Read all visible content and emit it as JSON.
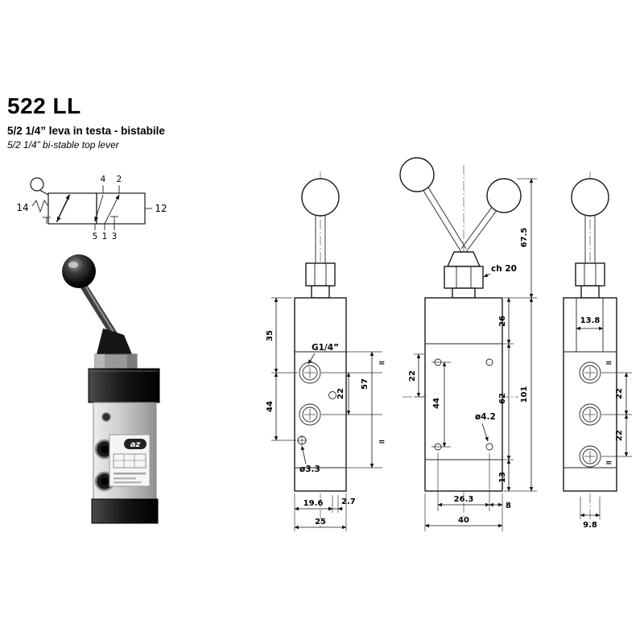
{
  "header": {
    "title": "522 LL",
    "subtitle_it": "5/2 1/4” leva in testa - bistabile",
    "subtitle_en": "5/2 1/4” bi-stable top lever"
  },
  "schematic": {
    "pilot_left": "14",
    "pilot_right": "12",
    "port_top_1": "4",
    "port_top_2": "2",
    "port_bottom_1": "5",
    "port_bottom_2": "1",
    "port_bottom_3": "3"
  },
  "photo": {
    "brand": "az"
  },
  "front_view": {
    "dim_top": "35",
    "dim_mid": "44",
    "port_thread": "G1/4”",
    "dim_port_spacing": "22",
    "dim_span": "57",
    "hole_dia": "ø3.3",
    "dim_bottom_a": "19.6",
    "dim_bottom_b": "2.7",
    "dim_width": "25",
    "equal_top": "=",
    "equal_bottom": "="
  },
  "side_view": {
    "dim_lever_height": "67.5",
    "hex_size": "ch 20",
    "dim_top": "26",
    "dim_mid": "62",
    "dim_bottom": "13",
    "dim_height": "101",
    "dim_left_a": "22",
    "dim_left_b": "44",
    "hole_dia": "ø4.2",
    "dim_bottom_a": "26.3",
    "dim_bottom_b": "8",
    "dim_width": "40"
  },
  "end_view": {
    "dim_top": "13.8",
    "dim_port_a": "22",
    "dim_port_b": "22",
    "dim_bottom": "9.8",
    "equal_top": "=",
    "equal_bottom": "="
  }
}
